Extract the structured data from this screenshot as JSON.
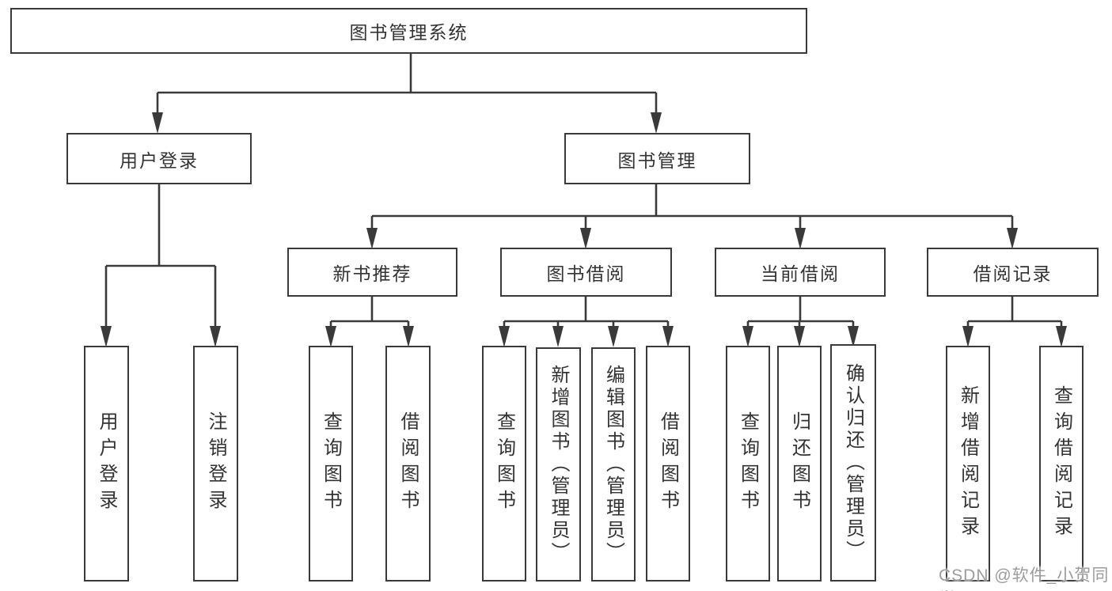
{
  "diagram": {
    "title": "图书管理系统",
    "root": {
      "label": "图书管理系统"
    },
    "level2": [
      {
        "label": "用户登录"
      },
      {
        "label": "图书管理"
      }
    ],
    "level3": [
      {
        "label": "新书推荐"
      },
      {
        "label": "图书借阅"
      },
      {
        "label": "当前借阅"
      },
      {
        "label": "借阅记录"
      }
    ],
    "leaves": {
      "user_login": [
        "用户登录",
        "注销登录"
      ],
      "new_book": [
        "查询图书",
        "借阅图书"
      ],
      "borrow": [
        "查询图书",
        "新增图书（管理员）",
        "编辑图书（管理员）",
        "借阅图书"
      ],
      "current": [
        "查询图书",
        "归还图书",
        "确认归还（管理员）"
      ],
      "records": [
        "新增借阅记录",
        "查询借阅记录"
      ]
    }
  },
  "watermark": {
    "text": "CSDN @软件_小贺同学"
  },
  "colors": {
    "line": "#3a3a3a",
    "text": "#333333",
    "watermark": "#9c9c9c",
    "background": "#ffffff"
  }
}
